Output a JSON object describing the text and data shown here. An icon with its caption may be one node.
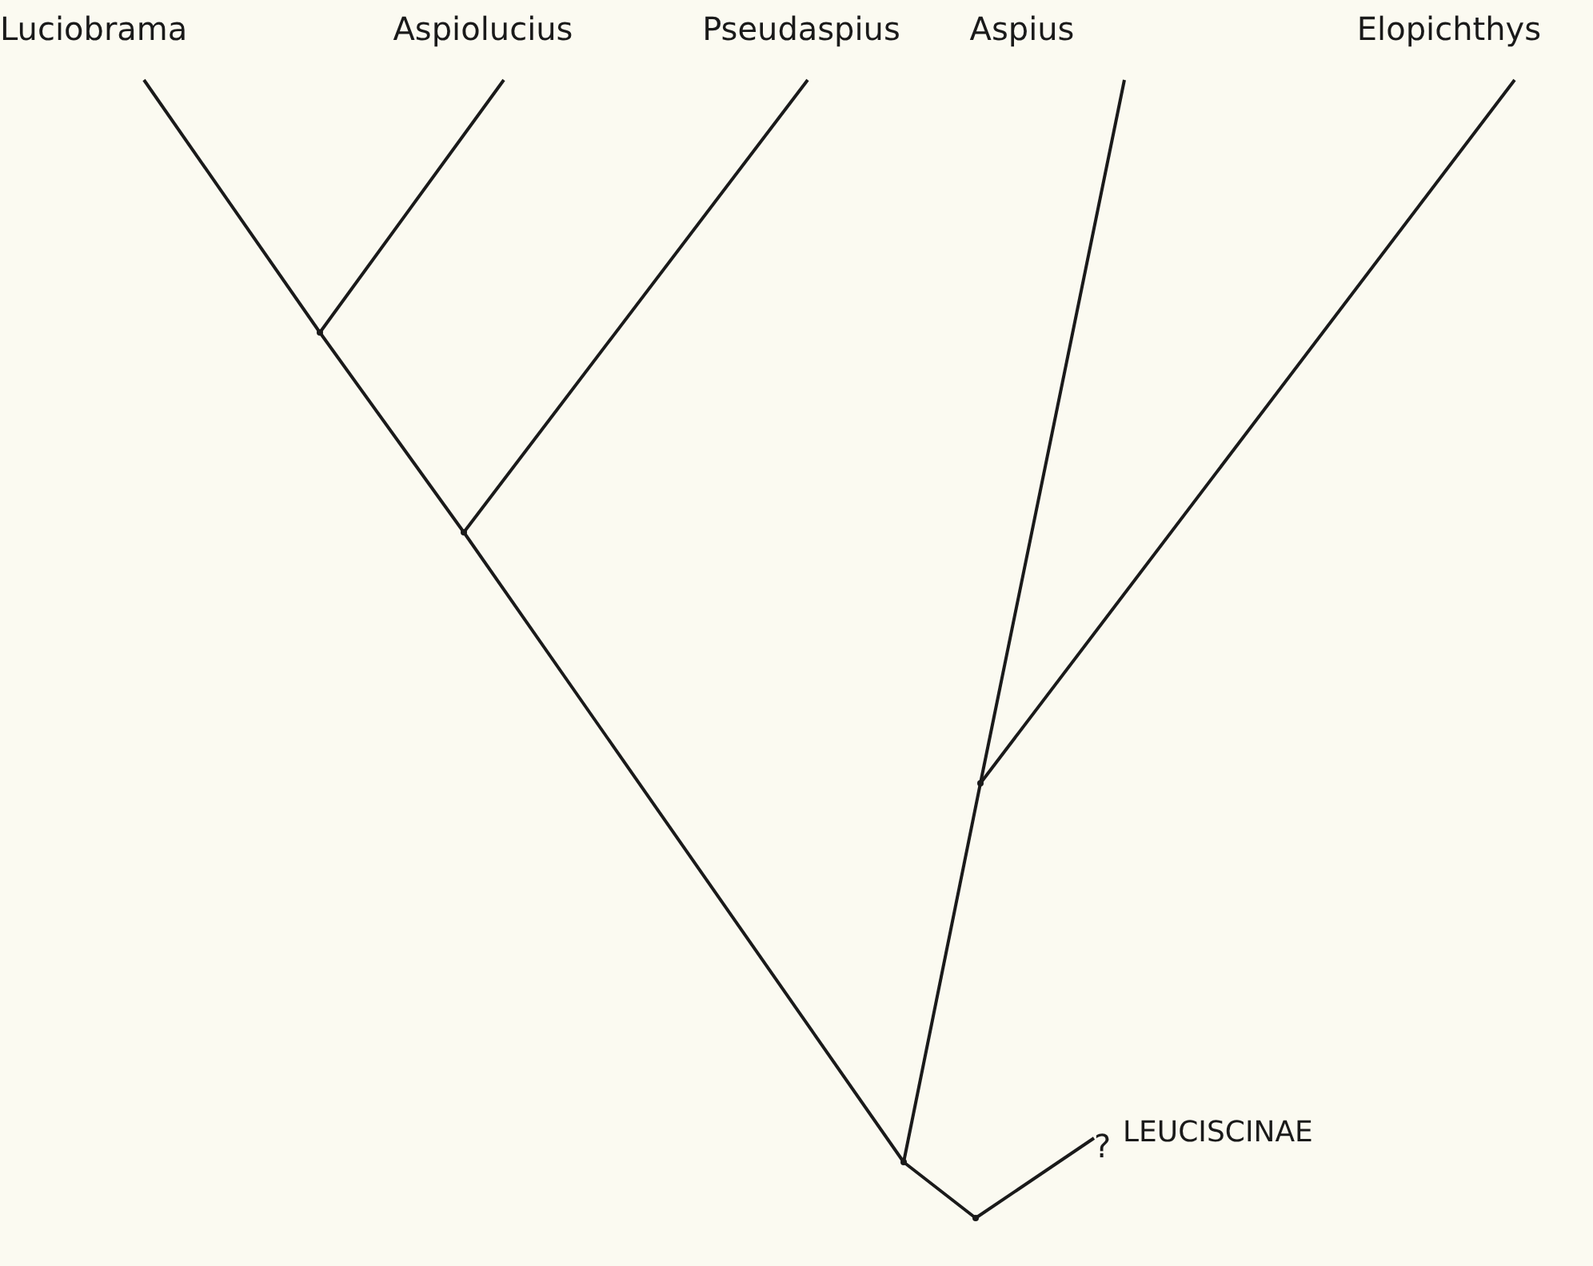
{
  "diagram": {
    "nodes": [
      {
        "text": [
          "Luciobrama"
        ]
      },
      {
        "text": [
          "Aspiolucius"
        ]
      },
      {
        "text": [
          "Pseudaspius"
        ]
      },
      {
        "text": [
          "Aspius"
        ]
      },
      {
        "text": [
          "Elopichthys"
        ]
      },
      {
        "text": [
          "?",
          "LEUCISCINAE"
        ]
      },
      {
        "text": [],
        "shape": "point"
      },
      {
        "text": [],
        "shape": "point"
      },
      {
        "text": [],
        "shape": "point"
      },
      {
        "text": [],
        "shape": "point"
      },
      {
        "text": [],
        "shape": "point"
      }
    ],
    "edges": [
      {
        "from": 6,
        "to": 0,
        "arrow": "none"
      },
      {
        "from": 6,
        "to": 1,
        "arrow": "none"
      },
      {
        "from": 7,
        "to": 6,
        "arrow": "none"
      },
      {
        "from": 7,
        "to": 2,
        "arrow": "none"
      },
      {
        "from": 8,
        "to": 7,
        "arrow": "none"
      },
      {
        "from": 9,
        "to": 3,
        "arrow": "none"
      },
      {
        "from": 9,
        "to": 4,
        "arrow": "none"
      },
      {
        "from": 8,
        "to": 9,
        "arrow": "none"
      },
      {
        "from": 10,
        "to": 8,
        "arrow": "none"
      },
      {
        "from": 10,
        "to": 5,
        "arrow": "none"
      }
    ]
  }
}
